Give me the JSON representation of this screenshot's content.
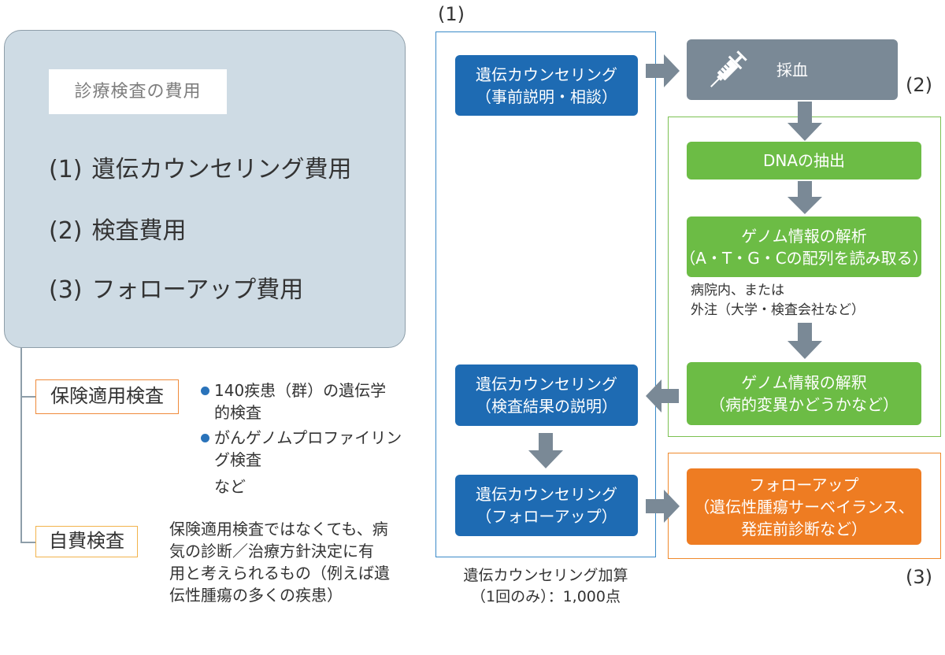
{
  "left_panel": {
    "label": "診療検査の費用",
    "items": [
      {
        "num": "(1)",
        "text": "遺伝カウンセリング費用"
      },
      {
        "num": "(2)",
        "text": "検査費用"
      },
      {
        "num": "(3)",
        "text": "フォローアップ費用"
      }
    ]
  },
  "categories": {
    "insured": {
      "label": "保険適用検査",
      "bullets": [
        [
          "140疾患（群）の遺伝学",
          "的検査"
        ],
        [
          "がんゲノムプロファイリン",
          "グ検査"
        ]
      ],
      "tail": "など"
    },
    "self_pay": {
      "label": "自費検査",
      "lines": [
        "保険適用検査ではなくても、病",
        "気の診断／治療方針決定に有",
        "用と考えられるもの（例えば遺",
        "伝性腫瘍の多くの疾患）"
      ]
    }
  },
  "flow": {
    "group_labels": {
      "g1": "(1)",
      "g2": "(2)",
      "g3": "(3)"
    },
    "counseling_pre": [
      "遺伝カウンセリング",
      "（事前説明・相談）"
    ],
    "blood_draw": "採血",
    "dna_extraction": "DNAの抽出",
    "genome_analysis": [
      "ゲノム情報の解析",
      "（A・T・G・Cの配列を読み取る）"
    ],
    "location_note": [
      "病院内、または",
      "外注（大学・検査会社など）"
    ],
    "genome_interpretation": [
      "ゲノム情報の解釈",
      "（病的変異かどうかなど）"
    ],
    "counseling_results": [
      "遺伝カウンセリング",
      "（検査結果の説明）"
    ],
    "counseling_followup": [
      "遺伝カウンセリング",
      "（フォローアップ）"
    ],
    "followup": [
      "フォローアップ",
      "（遺伝性腫瘍サーベイランス、",
      "発症前診断など）"
    ],
    "fee_note": [
      "遺伝カウンセリング加算",
      "（1回のみ）：1,000点"
    ]
  },
  "icons": {
    "blood_draw": "syringe-icon",
    "bullet": "bullet-dot-icon",
    "flow_arrow": "arrow-icon"
  },
  "colors": {
    "blue": "#1e6bb3",
    "blue-line": "#3a8ac8",
    "gray": "#7a8996",
    "green": "#6cbc45",
    "green-line": "#7cc152",
    "orange": "#ee7c22",
    "orange-line": "#f08a2c",
    "panel": "#cedbe4",
    "panel-line": "#8e9ea9",
    "insured-line": "#ef8a3a",
    "selfpay-line": "#f2b34c",
    "dot": "#2a73ba"
  }
}
